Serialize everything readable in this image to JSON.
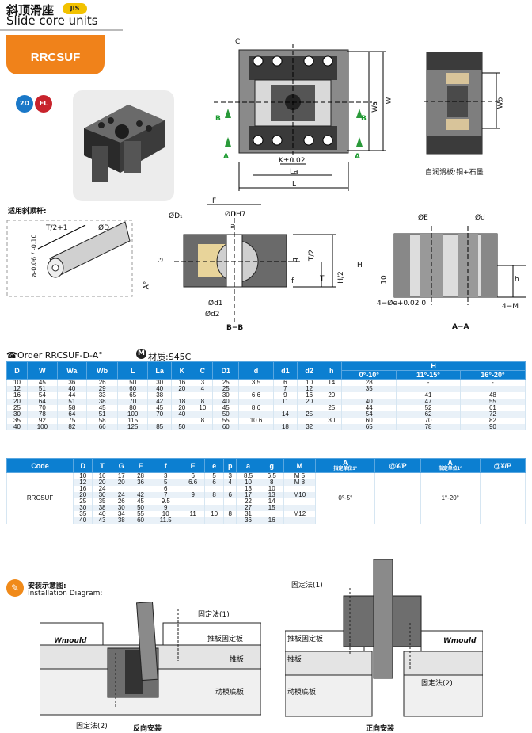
{
  "header": {
    "title_cn": "斜顶滑座",
    "jis": "JIS",
    "title_en": "Slide core units",
    "code": "RRCSUF",
    "badge_2d": "2D",
    "badge_fl": "FL"
  },
  "top_view": {
    "C": "C",
    "B1": "B",
    "B2": "B",
    "A1": "A",
    "A2": "A",
    "Wa": "Wa",
    "W": "W",
    "K": "K±0.02",
    "La": "La",
    "L": "L"
  },
  "side_view": {
    "Wb": "Wb",
    "note": "自润滑板:铜+石墨"
  },
  "rod": {
    "label": "适用斜顶杆:",
    "T": "T/2+1",
    "D": "ØD",
    "tol": "a-0.06 / -0.10"
  },
  "bb": {
    "F": "F",
    "D1": "ØD₁",
    "DH7": "ØDH7",
    "a": "a",
    "G": "G",
    "g": "g",
    "T2": "T/2",
    "T": "T",
    "H2": "H/2",
    "H": "H",
    "f": "f",
    "A": "A°",
    "d1": "Ød1",
    "d2": "Ød2",
    "caption": "B−B"
  },
  "aa": {
    "E": "ØE",
    "d": "Ød",
    "ten": "10",
    "h": "h",
    "e": "4−Øe+0.02 0",
    "M": "4−M",
    "caption": "A−A"
  },
  "order": {
    "text": "Order  RRCSUF-D-A°",
    "material": "材质:S45C"
  },
  "table1": {
    "headers": [
      "D",
      "W",
      "Wa",
      "Wb",
      "L",
      "La",
      "K",
      "C",
      "D1",
      "d",
      "d1",
      "d2",
      "h",
      "H"
    ],
    "h_sub": [
      "0°-10°",
      "11°-15°",
      "16°-20°"
    ],
    "rows": [
      [
        "10",
        "45",
        "36",
        "26",
        "50",
        "30",
        "16",
        "3",
        "25",
        "3.5",
        "6",
        "10",
        "14",
        "28",
        "-",
        "-"
      ],
      [
        "12",
        "51",
        "40",
        "29",
        "60",
        "40",
        "20",
        "4",
        "25",
        "",
        "7",
        "12",
        "",
        "35",
        "",
        ""
      ],
      [
        "16",
        "54",
        "44",
        "33",
        "65",
        "38",
        "",
        "",
        "30",
        "6.6",
        "9",
        "16",
        "20",
        "",
        "41",
        "48"
      ],
      [
        "20",
        "64",
        "51",
        "38",
        "70",
        "42",
        "18",
        "8",
        "40",
        "",
        "11",
        "20",
        "",
        "40",
        "47",
        "55"
      ],
      [
        "25",
        "70",
        "58",
        "45",
        "80",
        "45",
        "20",
        "10",
        "45",
        "8.6",
        "",
        "",
        "25",
        "44",
        "52",
        "61"
      ],
      [
        "30",
        "78",
        "64",
        "51",
        "100",
        "70",
        "40",
        "",
        "50",
        "",
        "14",
        "25",
        "",
        "54",
        "62",
        "72"
      ],
      [
        "35",
        "92",
        "75",
        "58",
        "115",
        "",
        "",
        "8",
        "55",
        "10.6",
        "",
        "",
        "30",
        "60",
        "70",
        "82"
      ],
      [
        "40",
        "100",
        "82",
        "66",
        "125",
        "85",
        "50",
        "",
        "60",
        "",
        "18",
        "32",
        "",
        "65",
        "78",
        "90"
      ]
    ]
  },
  "table2": {
    "headers": [
      "Code",
      "D",
      "T",
      "G",
      "F",
      "f",
      "E",
      "e",
      "p",
      "a",
      "g",
      "M",
      "A",
      "@¥/P",
      "A",
      "@¥/P"
    ],
    "a_sub": "指定单位1°",
    "code": "RRCSUF",
    "rows": [
      [
        "10",
        "16",
        "17",
        "28",
        "3",
        "6",
        "5",
        "3",
        "8.5",
        "6.5",
        "M 5"
      ],
      [
        "12",
        "20",
        "20",
        "36",
        "5",
        "6.6",
        "6",
        "4",
        "10",
        "8",
        "M 8"
      ],
      [
        "16",
        "24",
        "",
        "",
        "6",
        "",
        "",
        "",
        "13",
        "10",
        ""
      ],
      [
        "20",
        "30",
        "24",
        "42",
        "7",
        "9",
        "8",
        "6",
        "17",
        "13",
        "M10"
      ],
      [
        "25",
        "35",
        "26",
        "45",
        "9.5",
        "",
        "",
        "",
        "22",
        "14",
        ""
      ],
      [
        "30",
        "38",
        "30",
        "50",
        "9",
        "",
        "",
        "",
        "27",
        "15",
        ""
      ],
      [
        "35",
        "40",
        "34",
        "55",
        "10",
        "11",
        "10",
        "8",
        "31",
        "",
        "M12"
      ],
      [
        "40",
        "43",
        "38",
        "60",
        "11.5",
        "",
        "",
        "",
        "36",
        "16",
        ""
      ]
    ],
    "a1": "0°-5°",
    "a2": "1°-20°"
  },
  "install": {
    "title_cn": "安装示意图:",
    "title_en": "Installation Diagram:",
    "fix1": "固定法(1)",
    "fix2": "固定法(2)",
    "fix1b": "固定法(1)",
    "fix2b": "固定法(2)",
    "brand": "Wmould",
    "brand2": "Wmould",
    "plate1": "推板固定板",
    "plate2": "推板",
    "plate3": "动模底板",
    "plate1b": "推板固定板",
    "plate2b": "推板",
    "plate3b": "动模底板",
    "reverse": "反向安装",
    "forward": "正向安装"
  }
}
